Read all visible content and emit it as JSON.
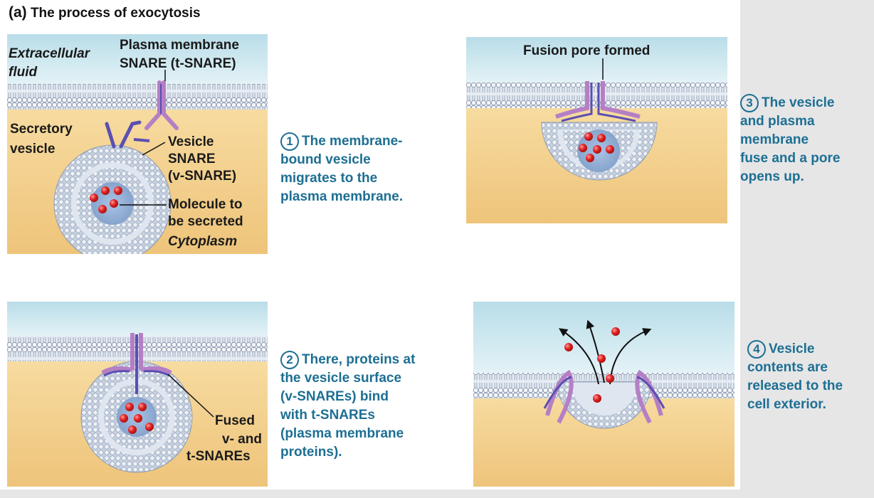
{
  "title": {
    "tag": "(a)",
    "text": "The process of exocytosis"
  },
  "panel1": {
    "extracellular": "Extracellular",
    "fluid": "fluid",
    "tsnare_line1": "Plasma membrane",
    "tsnare_line2": "SNARE (t-SNARE)",
    "secretory_line1": "Secretory",
    "secretory_line2": "vesicle",
    "vsnare_line1": "Vesicle",
    "vsnare_line2": "SNARE",
    "vsnare_line3": "(v-SNARE)",
    "molecule_line1": "Molecule to",
    "molecule_line2": "be secreted",
    "cytoplasm": "Cytoplasm"
  },
  "panel2": {
    "fused_line1": "Fused",
    "fused_line2": "v- and",
    "fused_line3": "t-SNAREs"
  },
  "panel3": {
    "pore": "Fusion pore formed"
  },
  "steps": [
    {
      "num": "1",
      "lines": [
        "The membrane-",
        "bound vesicle",
        "migrates to the",
        "plasma membrane."
      ]
    },
    {
      "num": "2",
      "lines": [
        "There, proteins at",
        "the vesicle surface",
        "(v-SNAREs) bind",
        "with t-SNAREs",
        "(plasma membrane",
        "proteins)."
      ]
    },
    {
      "num": "3",
      "lines": [
        "The vesicle",
        "and plasma",
        "membrane",
        "fuse and a pore",
        "opens up."
      ]
    },
    {
      "num": "4",
      "lines": [
        "Vesicle",
        "contents are",
        "released to the",
        "cell exterior."
      ]
    }
  ],
  "colors": {
    "sky": "#c9e6ef",
    "cytoplasm": "#f2cf8a",
    "membrane": "#d8e2ee",
    "snare_purple": "#5b4fb0",
    "snare_pink": "#b57fc6",
    "molecule": "#e02222",
    "step_text": "#1d6f93"
  }
}
